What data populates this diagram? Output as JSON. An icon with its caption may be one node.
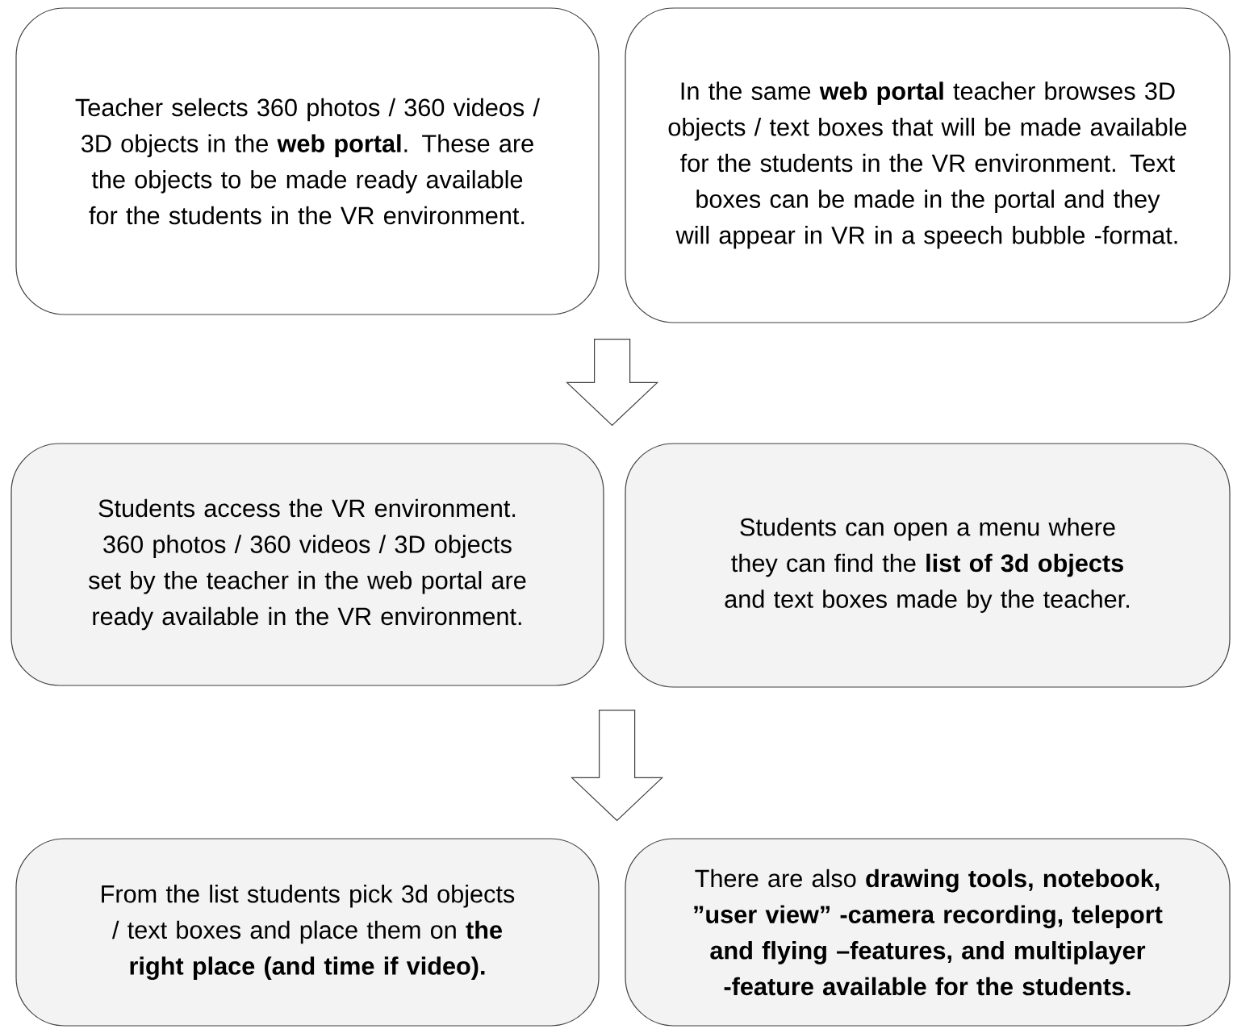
{
  "diagram": {
    "nodes": [
      {
        "text": [
          "Teacher selects 360 photos / 360 videos / 3D objects in the **web portal**. These are the objects to be made ready available for the students in the VR environment."
        ]
      },
      {
        "text": [
          "In the same **web portal** teacher browses 3D objects / text boxes that will be made available for the students in the VR environment. Text boxes can be made in the portal and they will appear in VR in a speech bubble -format."
        ]
      },
      {
        "text": [
          "Students access the VR environment.",
          "360 photos / 360 videos / 3D objects set by the teacher in the web portal are ready available in the VR environment."
        ]
      },
      {
        "text": [
          "Students can open a menu where they can find the **list of 3d objects** and text boxes made by the teacher."
        ]
      },
      {
        "text": [
          "From the list students pick 3d objects / text boxes and place them on **the right place (and time if video).**"
        ]
      },
      {
        "text": [
          "There are also **drawing tools, notebook, ”user view” -camera recording, teleport and flying –features, and multiplayer -feature available for the students.**"
        ]
      }
    ],
    "edges": [
      {
        "from": 0,
        "to": 2,
        "arrow": "to"
      },
      {
        "from": 2,
        "to": 4,
        "arrow": "to"
      }
    ]
  }
}
